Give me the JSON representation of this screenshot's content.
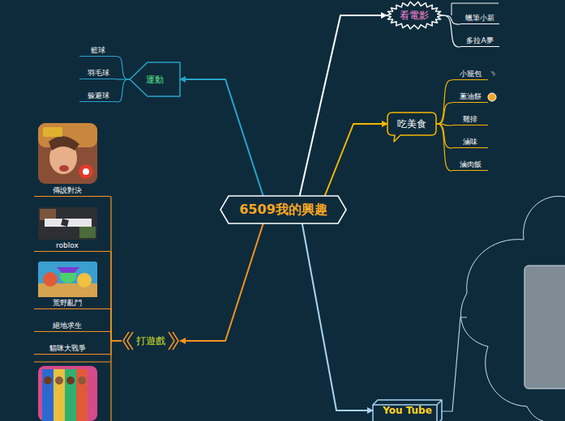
{
  "diagram": {
    "nodes": [
      {
        "text": [
          "6509我的興趣"
        ]
      },
      {
        "text": [
          "看電影"
        ]
      },
      {
        "text": [
          "蠟筆小新"
        ]
      },
      {
        "text": [
          "多拉A夢"
        ]
      },
      {
        "text": [
          "吃美食"
        ]
      },
      {
        "text": [
          "小籠包"
        ]
      },
      {
        "text": [
          "蔥油餅"
        ]
      },
      {
        "text": [
          "雞排"
        ]
      },
      {
        "text": [
          "滷味"
        ]
      },
      {
        "text": [
          "滷肉飯"
        ]
      },
      {
        "text": [
          "運動"
        ]
      },
      {
        "text": [
          "籃球"
        ]
      },
      {
        "text": [
          "羽毛球"
        ]
      },
      {
        "text": [
          "躲避球"
        ]
      },
      {
        "text": [
          "打遊戲"
        ]
      },
      {
        "text": [
          "傳說對決"
        ]
      },
      {
        "text": [
          "roblox"
        ]
      },
      {
        "text": [
          "荒野亂鬥"
        ]
      },
      {
        "text": [
          "絕地求生"
        ]
      },
      {
        "text": [
          "貓咪大戰爭"
        ]
      },
      {
        "text": [
          "You Tube"
        ]
      }
    ],
    "edges": [
      {
        "from": 0,
        "to": 1,
        "arrow": "to"
      },
      {
        "from": 0,
        "to": 4,
        "arrow": "to"
      },
      {
        "from": 0,
        "to": 10,
        "arrow": "to"
      },
      {
        "from": 0,
        "to": 14,
        "arrow": "to"
      },
      {
        "from": 0,
        "to": 20,
        "arrow": "to"
      },
      {
        "from": 1,
        "to": 2,
        "arrow": "none"
      },
      {
        "from": 1,
        "to": 3,
        "arrow": "none"
      },
      {
        "from": 4,
        "to": 5,
        "arrow": "none"
      },
      {
        "from": 4,
        "to": 6,
        "arrow": "none"
      },
      {
        "from": 4,
        "to": 7,
        "arrow": "none"
      },
      {
        "from": 4,
        "to": 8,
        "arrow": "none"
      },
      {
        "from": 4,
        "to": 9,
        "arrow": "none"
      },
      {
        "from": 10,
        "to": 11,
        "arrow": "none"
      },
      {
        "from": 10,
        "to": 12,
        "arrow": "none"
      },
      {
        "from": 10,
        "to": 13,
        "arrow": "none"
      },
      {
        "from": 14,
        "to": 15,
        "arrow": "none"
      },
      {
        "from": 14,
        "to": 16,
        "arrow": "none"
      },
      {
        "from": 14,
        "to": 17,
        "arrow": "none"
      },
      {
        "from": 14,
        "to": 18,
        "arrow": "none"
      },
      {
        "from": 14,
        "to": 19,
        "arrow": "none"
      }
    ]
  }
}
